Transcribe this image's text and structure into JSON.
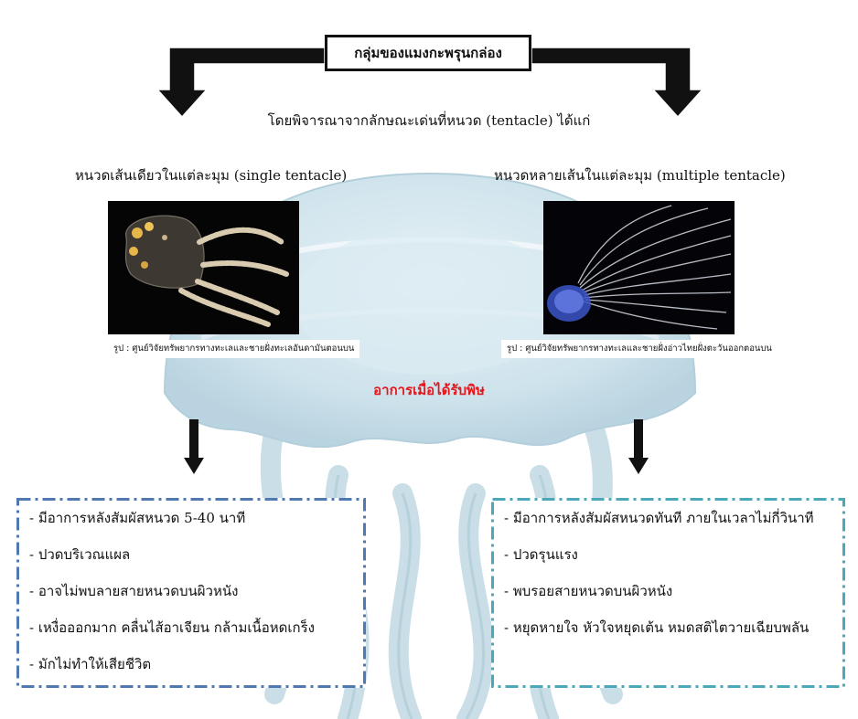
{
  "title": "กลุ่มของแมงกะพรุนกล่อง",
  "subtitle": "โดยพิจารณาจากลักษณะเด่นที่หนวด (tentacle) ได้แก่",
  "left": {
    "heading": "หนวดเส้นเดียวในแต่ละมุม (single tentacle)",
    "caption": "รูป : ศูนย์วิจัยทรัพยากรทางทะเลและชายฝั่งทะเลอันดามันตอนบน",
    "symptoms": [
      "- มีอาการหลังสัมผัสหนวด 5-40 นาที",
      "- ปวดบริเวณแผล",
      "- อาจไม่พบลายสายหนวดบนผิวหนัง",
      "- เหงื่อออกมาก คลื่นไส้อาเจียน กล้ามเนื้อหดเกร็ง",
      "- มักไม่ทำให้เสียชีวิต"
    ],
    "border_color": "#4f79b0"
  },
  "right": {
    "heading": "หนวดหลายเส้นในแต่ละมุม (multiple tentacle)",
    "caption": "รูป : ศูนย์วิจัยทรัพยากรทางทะเลและชายฝั่งอ่าวไทยฝั่งตะวันออกตอนบน",
    "symptoms": [
      "- มีอาการหลังสัมผัสหนวดทันที ภายในเวลาไม่กี่วินาที",
      "- ปวดรุนแรง",
      "- พบรอยสายหนวดบนผิวหนัง",
      "- หยุดหายใจ หัวใจหยุดเต้น หมดสติไตวายเฉียบพลัน"
    ],
    "border_color": "#4aa8b8"
  },
  "symptom_title": "อาการเมื่อได้รับพิษ",
  "colors": {
    "symptom_title": "#e3171b",
    "jellyfish_bg": "#cfe3ec"
  },
  "icons": {
    "top_arrows": "elbow-arrow-down",
    "mid_arrows": "arrow-down",
    "background": "box-jellyfish-illustration"
  }
}
